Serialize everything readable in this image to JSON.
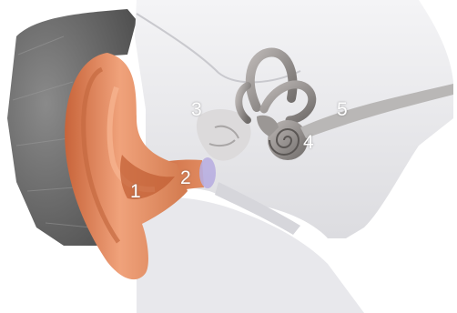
{
  "labels": [
    "1",
    "2",
    "3",
    "4",
    "5"
  ],
  "colors": {
    "skin": "#d9784a",
    "skin_light": "#f1a27a",
    "hair": "#6c6c6c",
    "tissue": "#ececee",
    "bone": "#a8a4a2",
    "eardrum": "#b8aee0"
  }
}
